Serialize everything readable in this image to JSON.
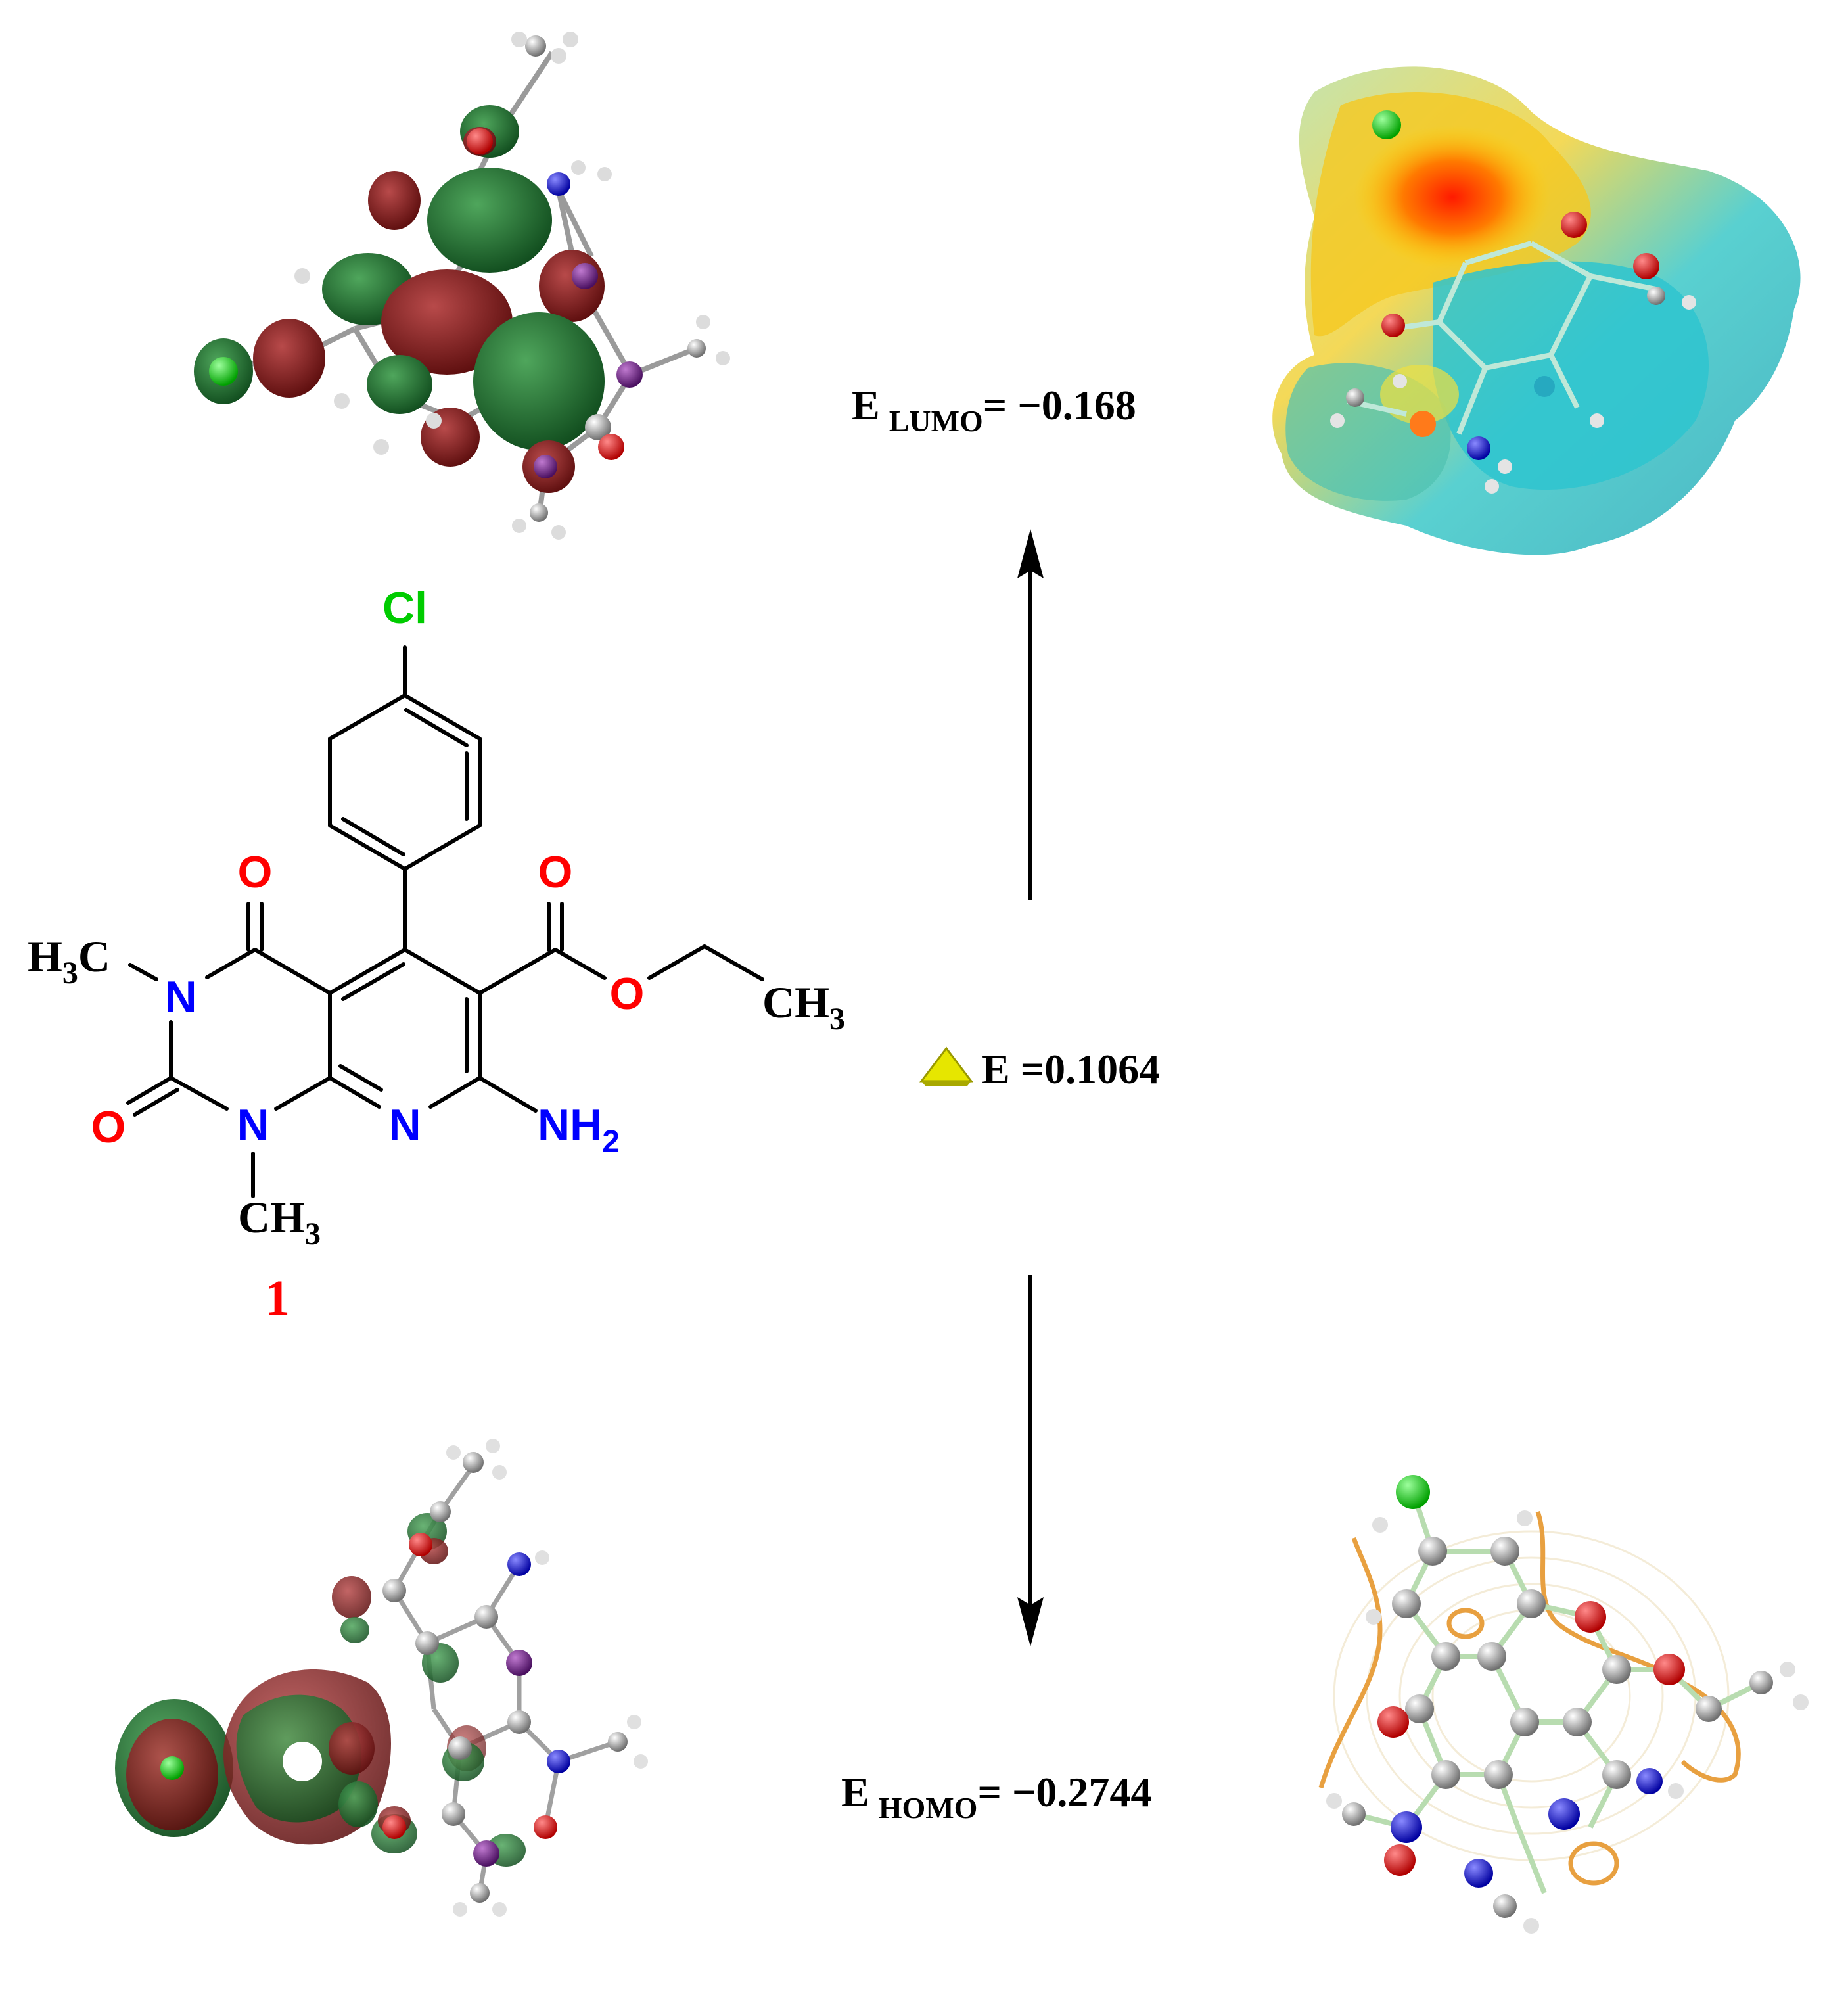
{
  "energy": {
    "lumo": {
      "prefix": "E",
      "sub": "LUMO",
      "value": "= −0.168"
    },
    "homo": {
      "prefix": "E",
      "sub": "HOMO",
      "value": "= −0.2744"
    },
    "gap": {
      "symbol_icon": "delta-triangle-icon",
      "text": "E =0.1064"
    }
  },
  "molecule": {
    "compound_number": "1",
    "atoms": {
      "cl": "Cl",
      "o_top_left": "O",
      "o_top_right": "O",
      "o_ester": "O",
      "o_bottom": "O",
      "n3": "N",
      "n1": "N",
      "n8": "N",
      "nh2": {
        "main": "NH",
        "sub": "2"
      },
      "h3c": {
        "pre": "H",
        "sub": "3",
        "post": "C"
      },
      "ch3_ester": {
        "main": "CH",
        "sub": "3"
      },
      "ch3_n1": {
        "main": "CH",
        "sub": "3"
      }
    }
  },
  "colors": {
    "oxygen": "#ff0000",
    "nitrogen": "#0000ff",
    "chlorine": "#00cc00",
    "compound_number": "#ff0000",
    "orbital_green": "#1e6b2c",
    "orbital_red": "#7a1414",
    "delta_fill": "#e6e600"
  },
  "panels": {
    "lumo_orbital": "orbital-render-icon",
    "esp_map": "esp-surface-icon",
    "homo_orbital": "orbital-render-icon",
    "homo_contour": "contour-map-icon"
  }
}
